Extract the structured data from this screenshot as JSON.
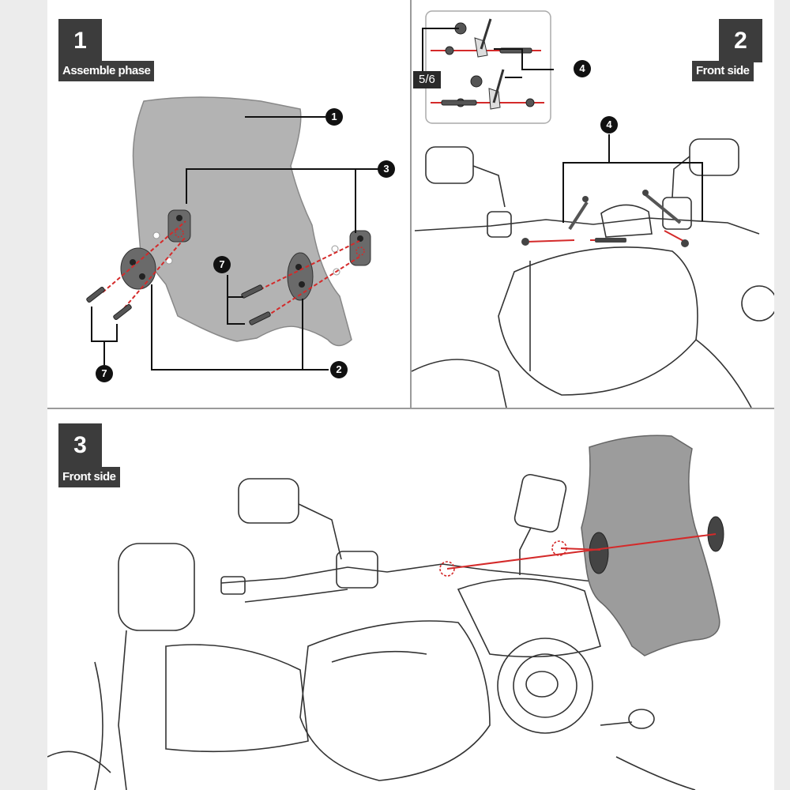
{
  "steps": [
    {
      "number": "1",
      "label": "Assemble phase"
    },
    {
      "number": "2",
      "label": "Front side"
    },
    {
      "number": "3",
      "label": "Front side"
    }
  ],
  "callouts": {
    "windscreen": "1",
    "mount_plates": "2",
    "adjust_brackets": "3",
    "mount_rods": "4",
    "bolts": "7",
    "nut_washer_set": "5/6"
  },
  "colors": {
    "screen_tint": "#b3b3b3",
    "assembly_line": "#d42a2a",
    "callout_bg": "#111111",
    "step_box": "#3c3c3c"
  }
}
